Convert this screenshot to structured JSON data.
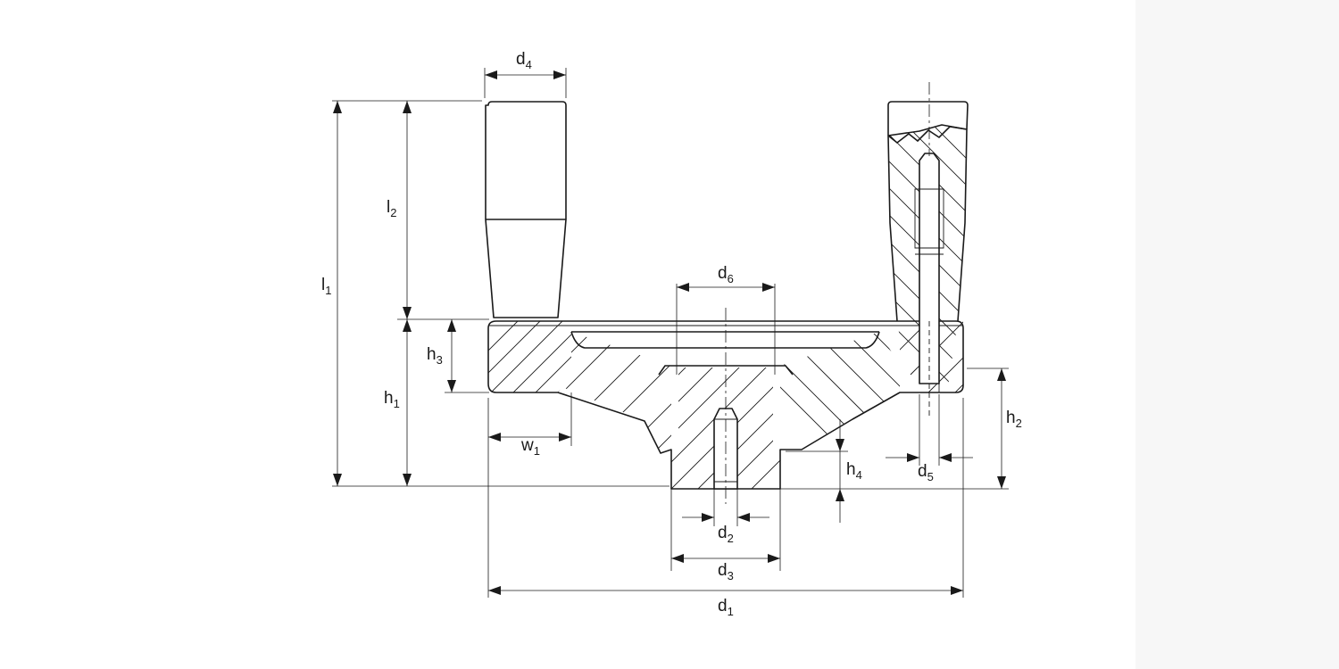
{
  "labels": {
    "d1": {
      "main": "d",
      "sub": "1"
    },
    "d2": {
      "main": "d",
      "sub": "2"
    },
    "d3": {
      "main": "d",
      "sub": "3"
    },
    "d4": {
      "main": "d",
      "sub": "4"
    },
    "d5": {
      "main": "d",
      "sub": "5"
    },
    "d6": {
      "main": "d",
      "sub": "6"
    },
    "l1": {
      "main": "l",
      "sub": "1"
    },
    "l2": {
      "main": "l",
      "sub": "2"
    },
    "h1": {
      "main": "h",
      "sub": "1"
    },
    "h2": {
      "main": "h",
      "sub": "2"
    },
    "h3": {
      "main": "h",
      "sub": "3"
    },
    "h4": {
      "main": "h",
      "sub": "4"
    },
    "w1": {
      "main": "w",
      "sub": "1"
    }
  }
}
